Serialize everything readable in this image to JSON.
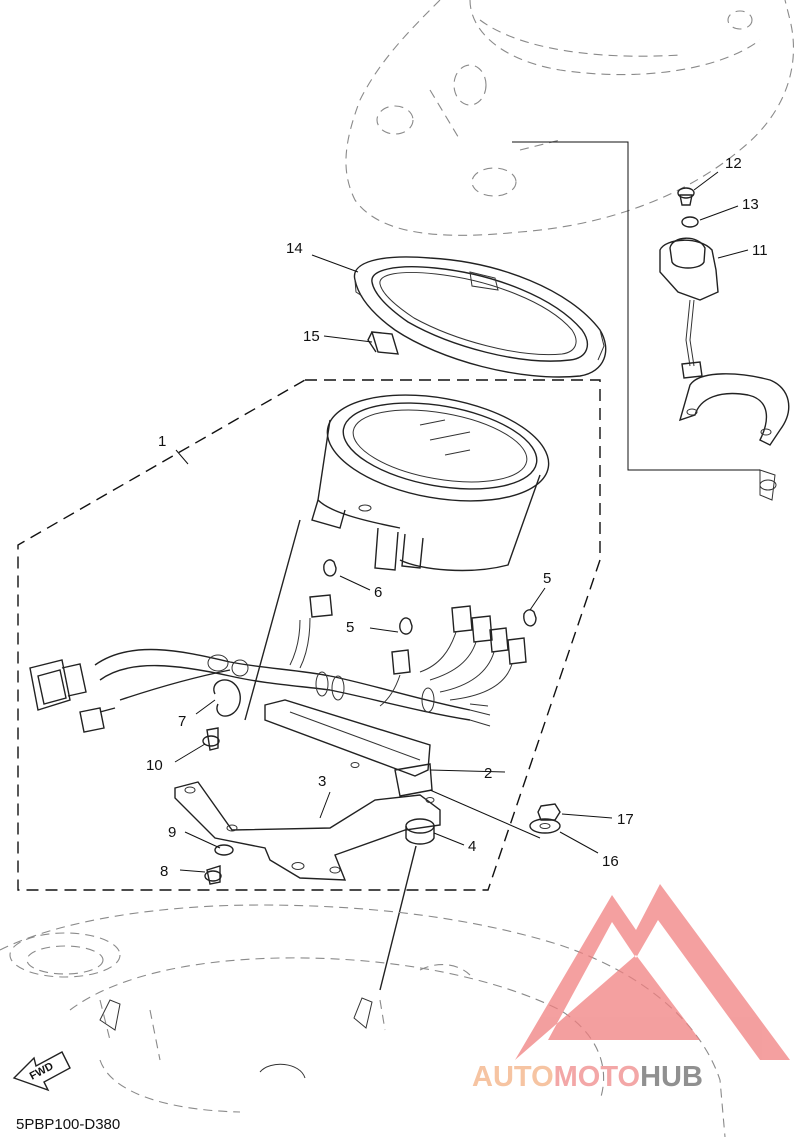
{
  "diagram_code": "5PBP100-D380",
  "fwd_label": "FWD",
  "watermark": {
    "part1": "AUTO",
    "part2": "MOTO",
    "part3": "HUB",
    "color1": "#f4b183",
    "color2": "#f08a8a",
    "color3": "#6b6b6b",
    "logo_color": "#f08080"
  },
  "callouts": {
    "c1": "1",
    "c2": "2",
    "c3": "3",
    "c4": "4",
    "c5a": "5",
    "c5b": "5",
    "c6": "6",
    "c7": "7",
    "c8": "8",
    "c9": "9",
    "c10": "10",
    "c11": "11",
    "c12": "12",
    "c13": "13",
    "c14": "14",
    "c15": "15",
    "c16": "16",
    "c17": "17"
  }
}
